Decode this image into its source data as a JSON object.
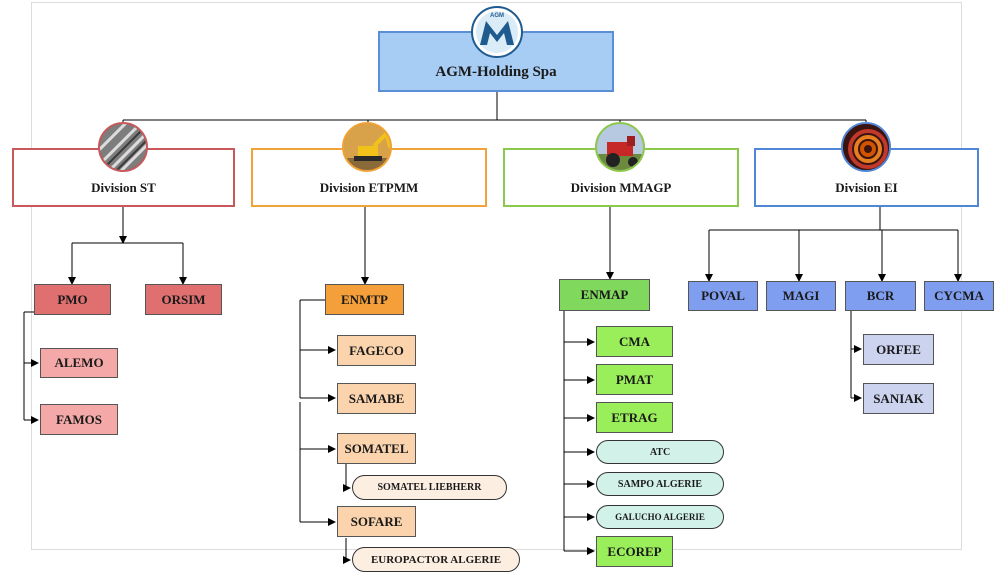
{
  "holding": {
    "name": "AGM-Holding Spa",
    "logo_text": "AGM",
    "logo_icon": "agm-m-logo-icon",
    "color": "#a8cdf5",
    "border": "#5b8ed6"
  },
  "divisions": [
    {
      "key": "st",
      "label": "Division ST",
      "border_color": "#c9585a",
      "icon": "metal-bars-photo-icon",
      "companies": [
        {
          "label": "PMO",
          "color": "#e07070",
          "subsidiaries": [
            {
              "label": "ALEMO",
              "color": "#f4a8a8"
            },
            {
              "label": "FAMOS",
              "color": "#f4a8a8"
            }
          ]
        },
        {
          "label": "ORSIM",
          "color": "#e07070",
          "subsidiaries": []
        }
      ]
    },
    {
      "key": "etpmm",
      "label": "Division ETPMM",
      "border_color": "#f0a338",
      "icon": "excavator-photo-icon",
      "companies": [
        {
          "label": "ENMTP",
          "color": "#f59f3a",
          "subsidiaries": [
            {
              "label": "FAGECO",
              "color": "#fbd4ae"
            },
            {
              "label": "SAMABE",
              "color": "#fbd4ae"
            },
            {
              "label": "SOMATEL",
              "color": "#fbd4ae",
              "subsidiaries": [
                {
                  "label": "SOMATEL LIEBHERR",
                  "color": "#fdeee2"
                }
              ]
            },
            {
              "label": "SOFARE",
              "color": "#fbd4ae",
              "subsidiaries": [
                {
                  "label": "EUROPACTOR ALGERIE",
                  "color": "#fdeee2"
                }
              ]
            }
          ]
        }
      ]
    },
    {
      "key": "mmagp",
      "label": "Division MMAGP",
      "border_color": "#8cc84b",
      "icon": "tractor-photo-icon",
      "companies": [
        {
          "label": "ENMAP",
          "color": "#80d85c",
          "subsidiaries": [
            {
              "label": "CMA",
              "color": "#9aee5a"
            },
            {
              "label": "PMAT",
              "color": "#9aee5a"
            },
            {
              "label": "ETRAG",
              "color": "#9aee5a"
            },
            {
              "label": "ATC",
              "color": "#d2f2e9"
            },
            {
              "label": "SAMPO ALGERIE",
              "color": "#d2f2e9"
            },
            {
              "label": "GALUCHO ALGERIE",
              "color": "#d2f2e9"
            },
            {
              "label": "ECOREP",
              "color": "#9aee5a"
            }
          ]
        }
      ]
    },
    {
      "key": "ei",
      "label": "Division EI",
      "border_color": "#4f86d8",
      "icon": "copper-cables-photo-icon",
      "companies": [
        {
          "label": "POVAL",
          "color": "#7f9eef",
          "subsidiaries": []
        },
        {
          "label": "MAGI",
          "color": "#7f9eef",
          "subsidiaries": []
        },
        {
          "label": "BCR",
          "color": "#7f9eef",
          "subsidiaries": [
            {
              "label": "ORFEE",
              "color": "#ccd3ef"
            },
            {
              "label": "SANIAK",
              "color": "#ccd3ef"
            }
          ]
        },
        {
          "label": "CYCMA",
          "color": "#7f9eef",
          "subsidiaries": []
        }
      ]
    }
  ]
}
